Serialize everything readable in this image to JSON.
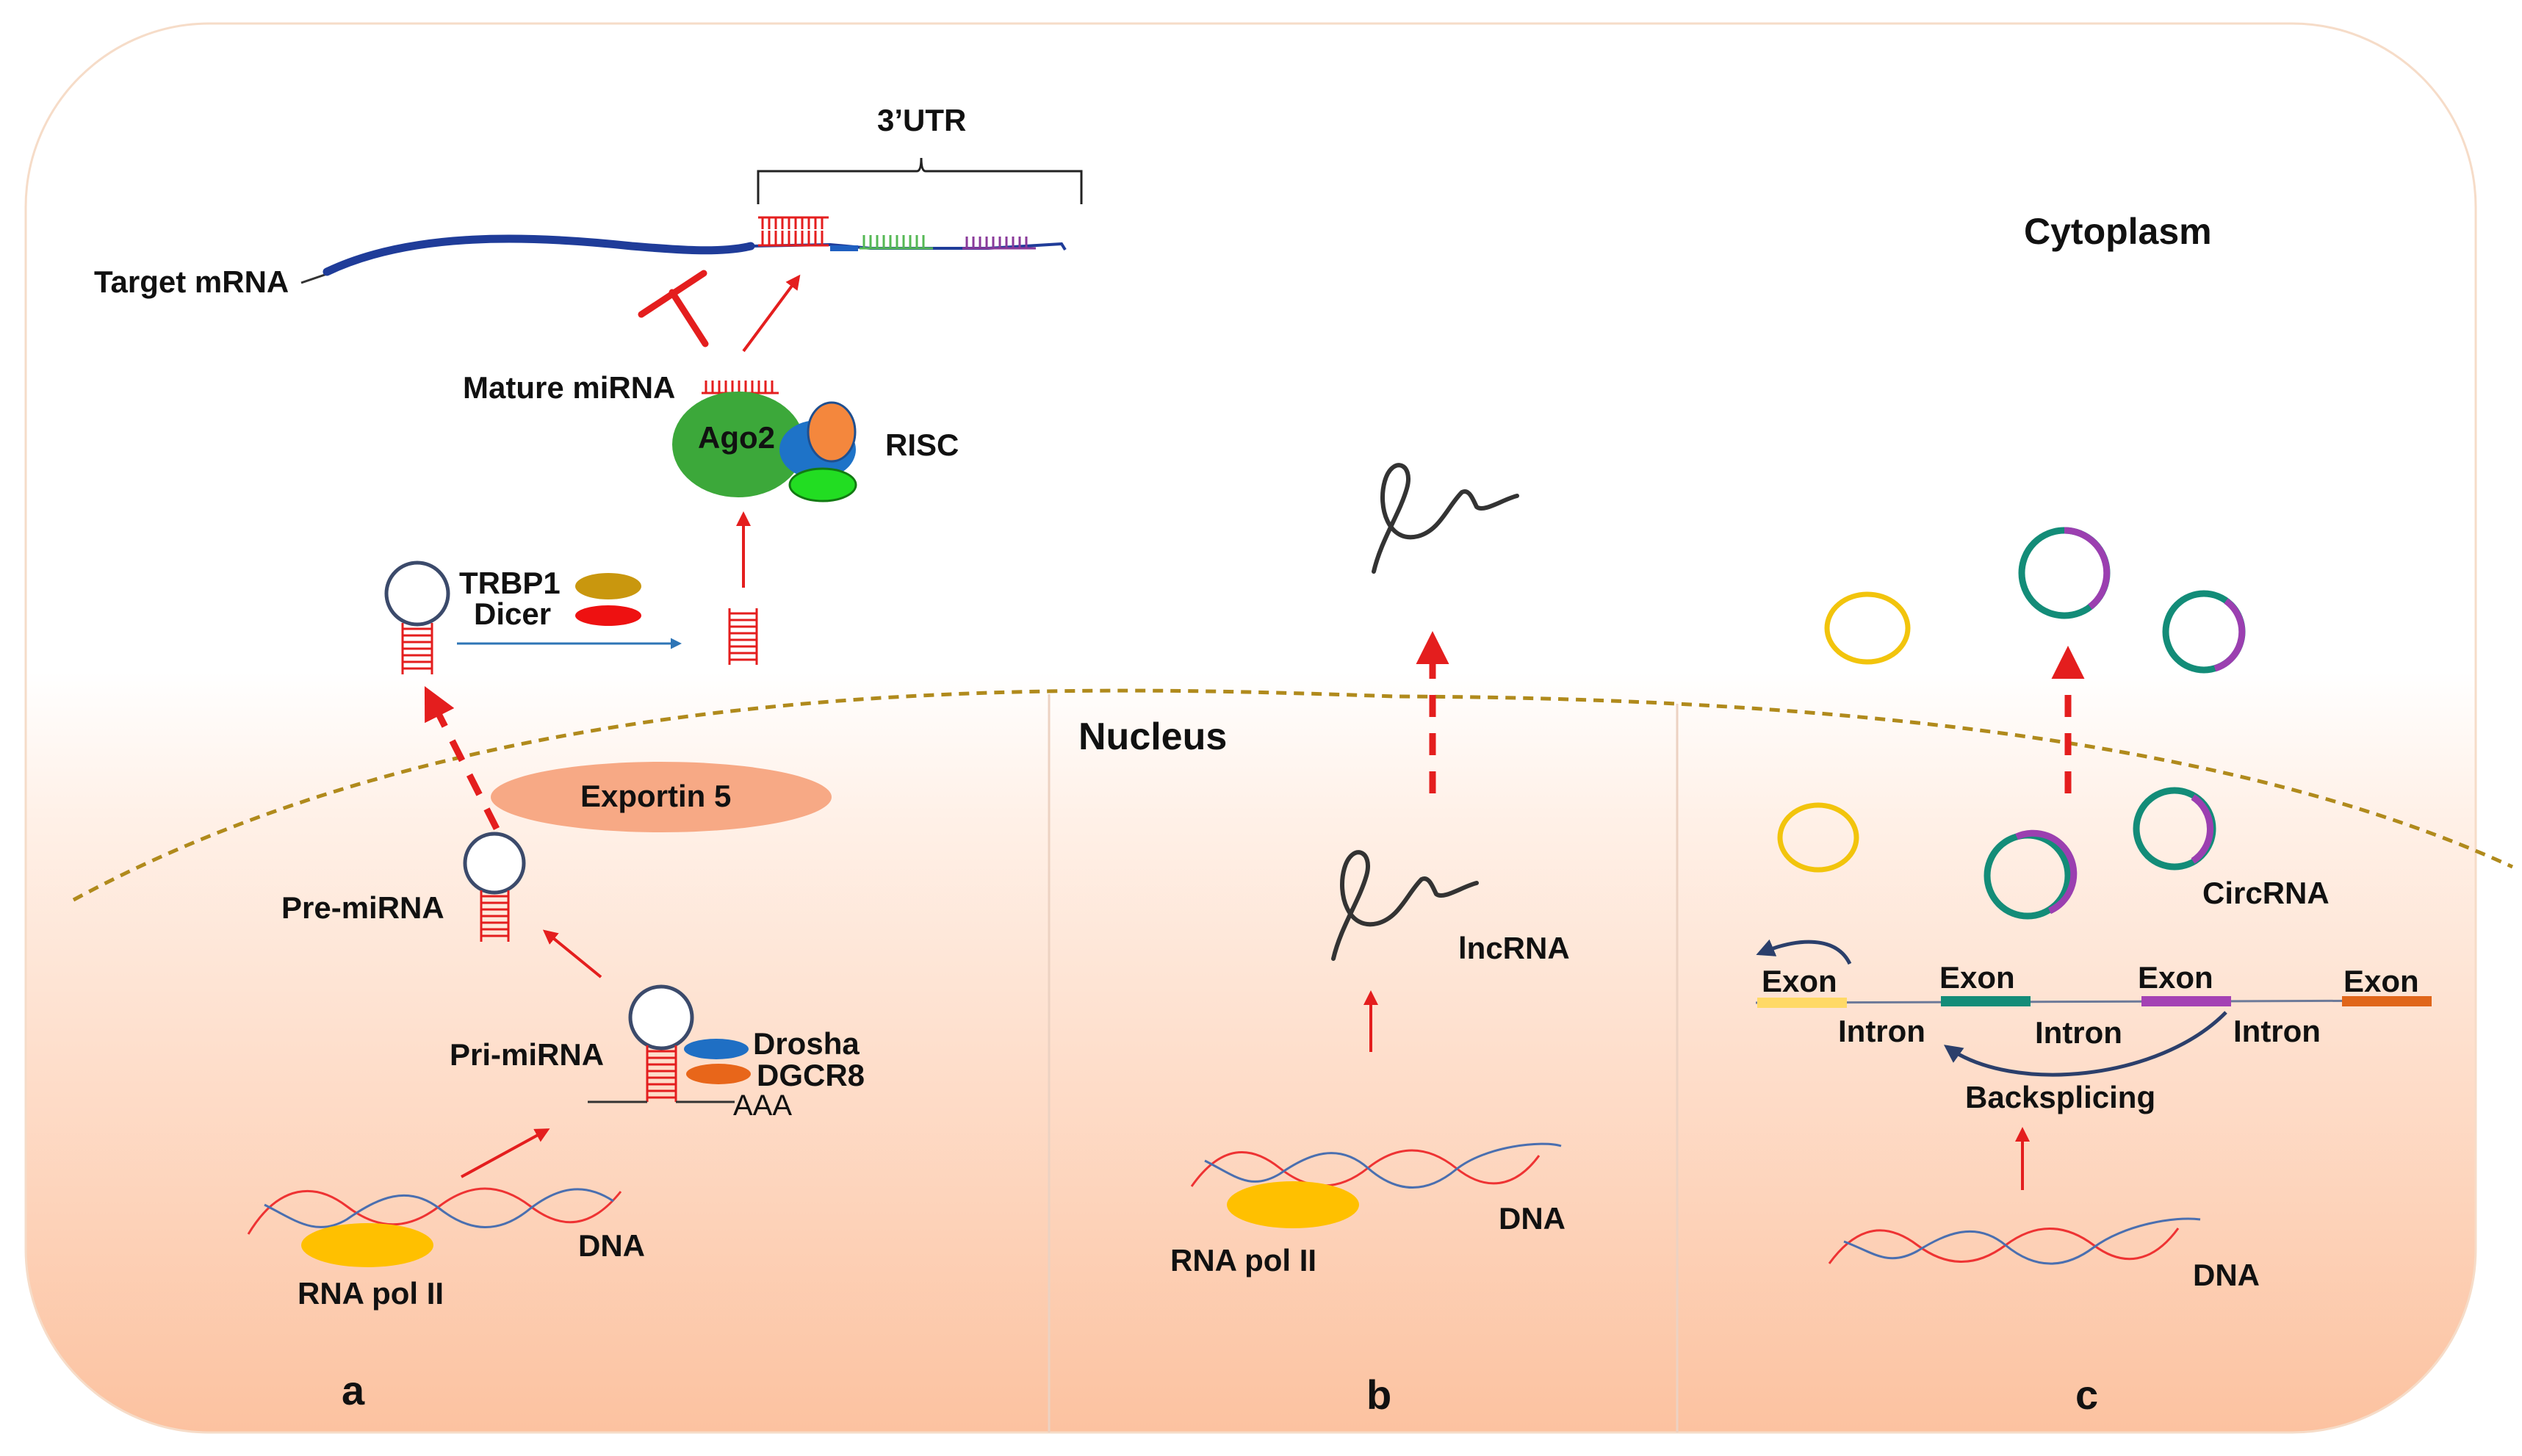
{
  "colors": {
    "cell_fill_top": "#ffffff",
    "cell_fill_bottom": "#fcc4a0",
    "cell_border": "#f6dcc8",
    "membrane": "#b08a1c",
    "arrow_red": "#e41e1e",
    "arrow_blue": "#2e75b6",
    "mrna_blue": "#1f3c99",
    "exportin": "#f7a985",
    "ago2": "#3ca83a",
    "risc_orange": "#f4873d",
    "risc_blue": "#1e73c8",
    "risc_green": "#22dd22",
    "trbp1": "#c9970e",
    "dicer": "#ee1111",
    "drosha": "#1f6fc4",
    "dgcr8": "#e8661a",
    "rna_pol": "#ffc000",
    "dna_red": "#ee3333",
    "dna_blue": "#4a6fb0",
    "circ_yellow": "#f2c40c",
    "circ_teal": "#138c78",
    "circ_purple": "#9b3fb0",
    "exon_yellow": "#ffd966",
    "exon_teal": "#138c78",
    "exon_purple": "#a442b4",
    "exon_orange": "#e0661a"
  },
  "regions": {
    "cytoplasm": "Cytoplasm",
    "nucleus": "Nucleus"
  },
  "panels": {
    "a": "a",
    "b": "b",
    "c": "c"
  },
  "panel_a": {
    "utr": "3’UTR",
    "target_mrna": "Target mRNA",
    "mature_mirna": "Mature miRNA",
    "ago2": "Ago2",
    "risc": "RISC",
    "trbp1": "TRBP1",
    "dicer": "Dicer",
    "exportin5": "Exportin 5",
    "pre_mirna": "Pre-miRNA",
    "pri_mirna": "Pri-miRNA",
    "drosha": "Drosha",
    "dgcr8": "DGCR8",
    "aaa": "AAA",
    "dna": "DNA",
    "rna_pol": "RNA pol II"
  },
  "panel_b": {
    "lncrna": "lncRNA",
    "dna": "DNA",
    "rna_pol": "RNA pol II"
  },
  "panel_c": {
    "circrna": "CircRNA",
    "exon1": "Exon",
    "exon2": "Exon",
    "exon3": "Exon",
    "exon4": "Exon",
    "intron1": "Intron",
    "intron2": "Intron",
    "intron3": "Intron",
    "backsplicing": "Backsplicing",
    "dna": "DNA"
  }
}
